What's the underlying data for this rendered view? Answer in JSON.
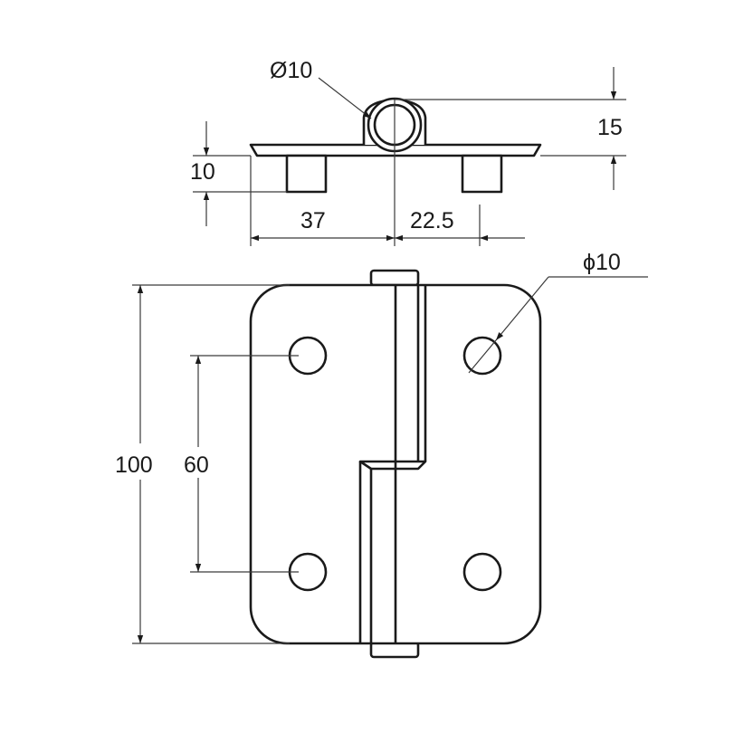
{
  "colors": {
    "line": "#1a1a1a",
    "background": "#ffffff"
  },
  "top_view": {
    "pin_diameter_label": "Ø10",
    "height_label": "15",
    "leg_height_label": "10",
    "left_width_label": "37",
    "right_width_label": "22.5"
  },
  "front_view": {
    "hole_diameter_label": "ϕ10",
    "overall_height_label": "100",
    "hole_spacing_label": "60"
  }
}
